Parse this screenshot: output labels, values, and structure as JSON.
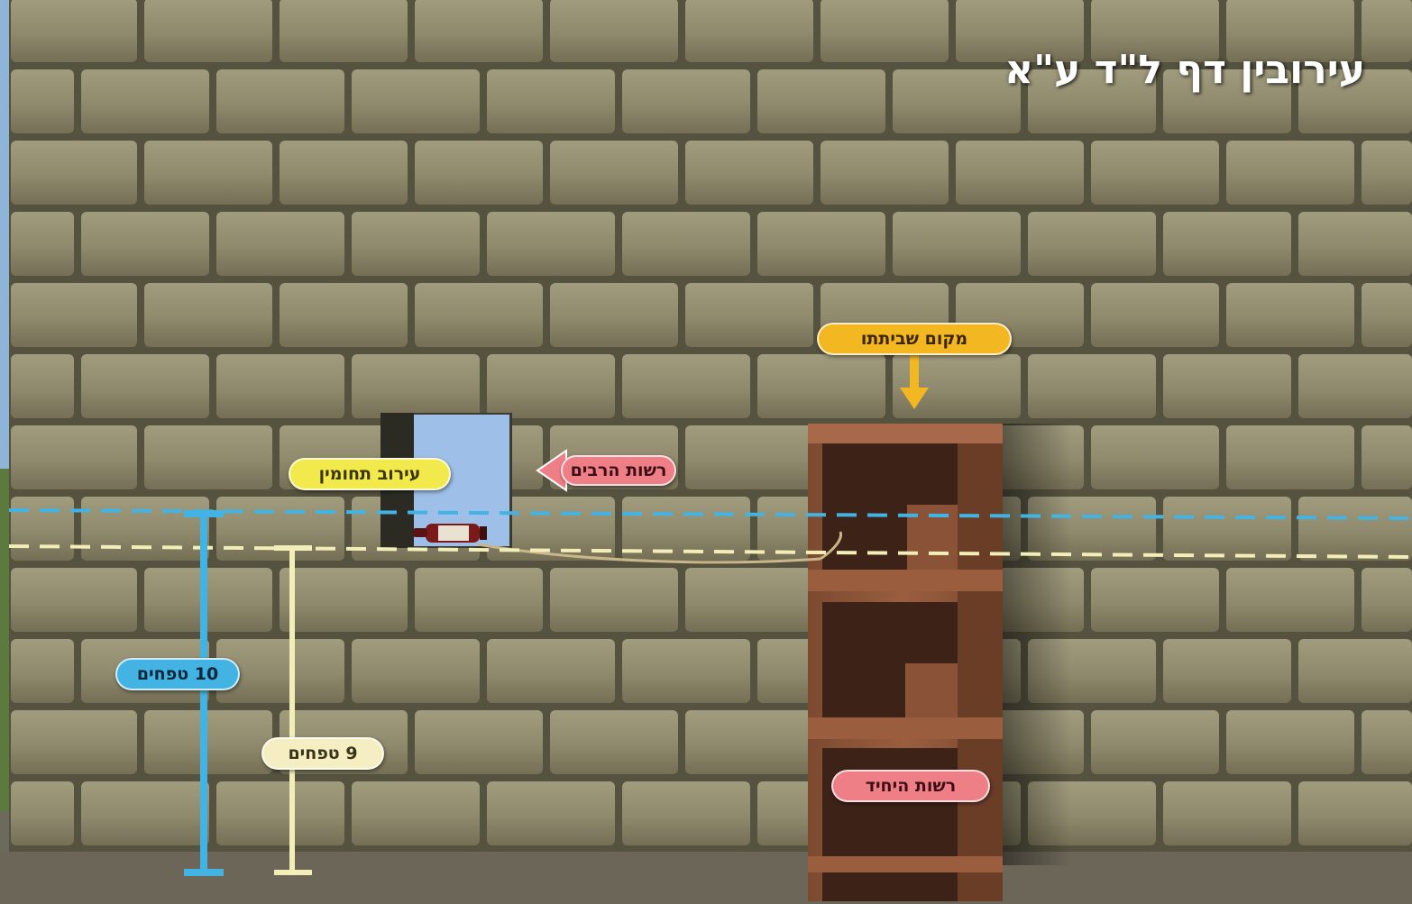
{
  "title": "עירובין דף ל\"ד ע\"א",
  "labels": {
    "place_of_rest": "מקום שביתתו",
    "eruv_techumin": "עירוב תחומין",
    "public_domain": "רשות הרבים",
    "private_domain": "רשות היחיד",
    "ten_handbreadths": "10 טפחים",
    "nine_handbreadths": "9 טפחים"
  },
  "colors": {
    "wall_stone": "#8f8a6d",
    "wall_mortar": "#55523f",
    "sky_opening": "#9ec0e8",
    "cabinet_wood": "#93583b",
    "measure_blue": "#43b3e3",
    "measure_cream": "#f3eeb8",
    "arrow_orange": "#f3b722",
    "arrow_pink": "#ef7f87"
  },
  "icons": {
    "bottle": "bottle-icon",
    "arrow_down": "arrow-down-icon",
    "arrow_left": "arrow-left-icon"
  }
}
